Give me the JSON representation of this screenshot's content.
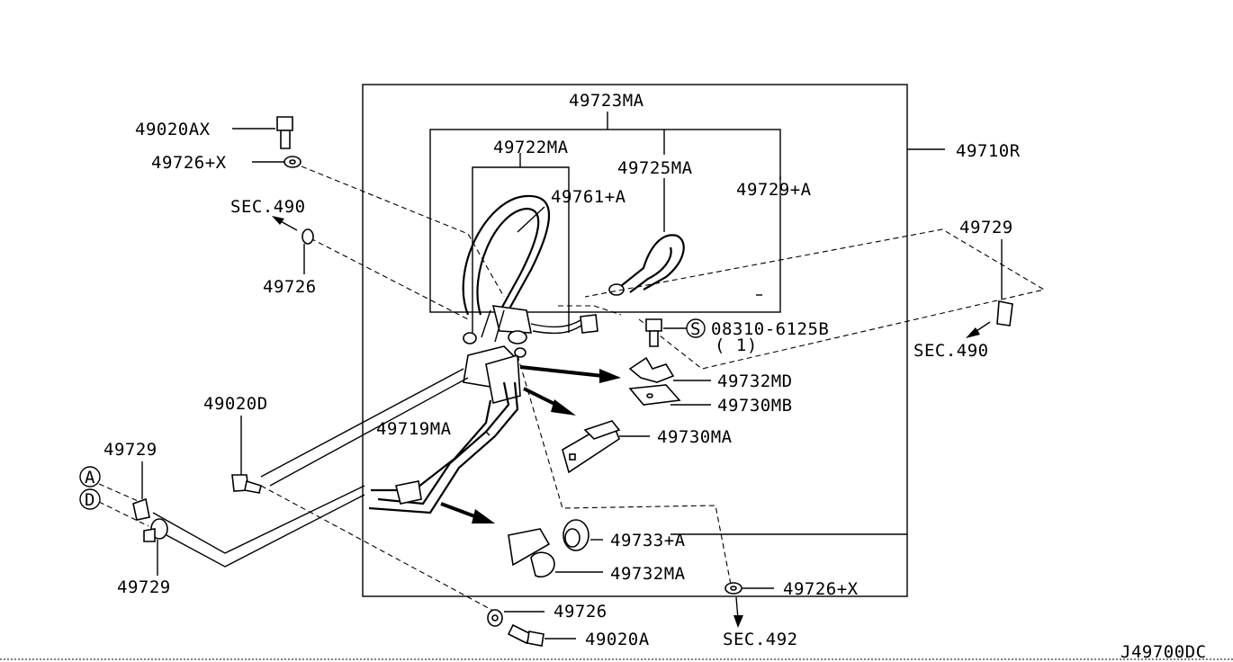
{
  "labels": {
    "p49723MA": "49723MA",
    "p49722MA": "49722MA",
    "p49725MA": "49725MA",
    "p49710R": "49710R",
    "p49761A": "49761+A",
    "p49729A": "49729+A",
    "p49020AX": "49020AX",
    "p49726X_top": "49726+X",
    "sec490_left": "SEC.490",
    "p49726_left": "49726",
    "p49729_right": "49729",
    "bolt_code": "08310-6125B",
    "bolt_qty": "( 1)",
    "sec490_right": "SEC.490",
    "p49732MD": "49732MD",
    "p49730MB": "49730MB",
    "p49020D": "49020D",
    "p49719MA": "49719MA",
    "p49730MA": "49730MA",
    "p49729_a": "49729",
    "p49729_b": "49729",
    "p49733A": "49733+A",
    "p49732MA": "49732MA",
    "p49726X_bottom": "49726+X",
    "p49726_bottom": "49726",
    "p49020A": "49020A",
    "sec492": "SEC.492",
    "diagram_code": "J49700DC"
  },
  "markers": {
    "circle_A": "A",
    "circle_D": "D",
    "circle_S": "S"
  }
}
